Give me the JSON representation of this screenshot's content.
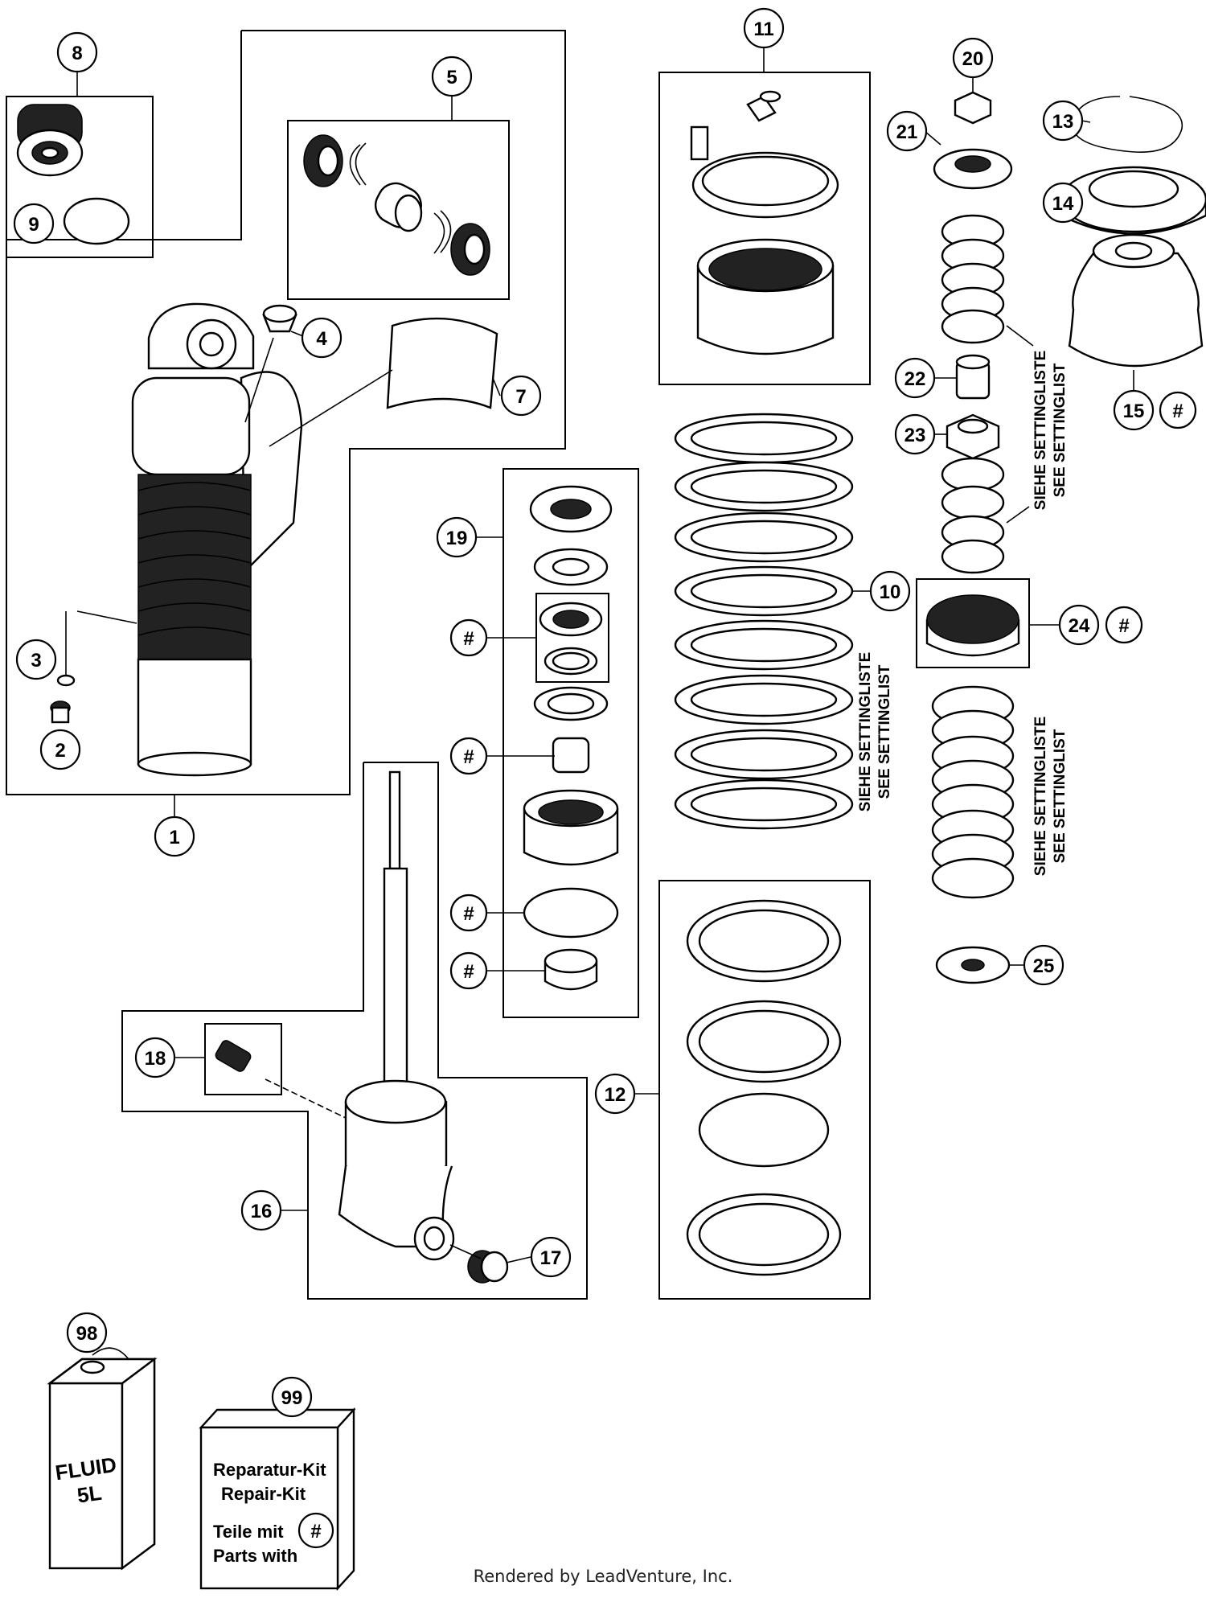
{
  "callouts": {
    "p1": "1",
    "p2": "2",
    "p3": "3",
    "p4": "4",
    "p5": "5",
    "p7": "7",
    "p8": "8",
    "p9": "9",
    "p10": "10",
    "p11": "11",
    "p12": "12",
    "p13": "13",
    "p14": "14",
    "p15": "15",
    "p16": "16",
    "p17": "17",
    "p18": "18",
    "p19": "19",
    "p20": "20",
    "p21": "21",
    "p22": "22",
    "p23": "23",
    "p24": "24",
    "p25": "25",
    "p98": "98",
    "p99": "99",
    "hash": "#"
  },
  "setting_note": {
    "line1": "SIEHE SETTINGLISTE",
    "line2": "SEE SETTINGLIST"
  },
  "fluid_can": {
    "line1": "FLUID",
    "line2": "5L"
  },
  "repair_kit": {
    "line1": "Reparatur-Kit",
    "line2": "Repair-Kit",
    "line3": "Teile mit",
    "line4": "Parts with"
  },
  "footer": "Rendered by LeadVenture, Inc."
}
